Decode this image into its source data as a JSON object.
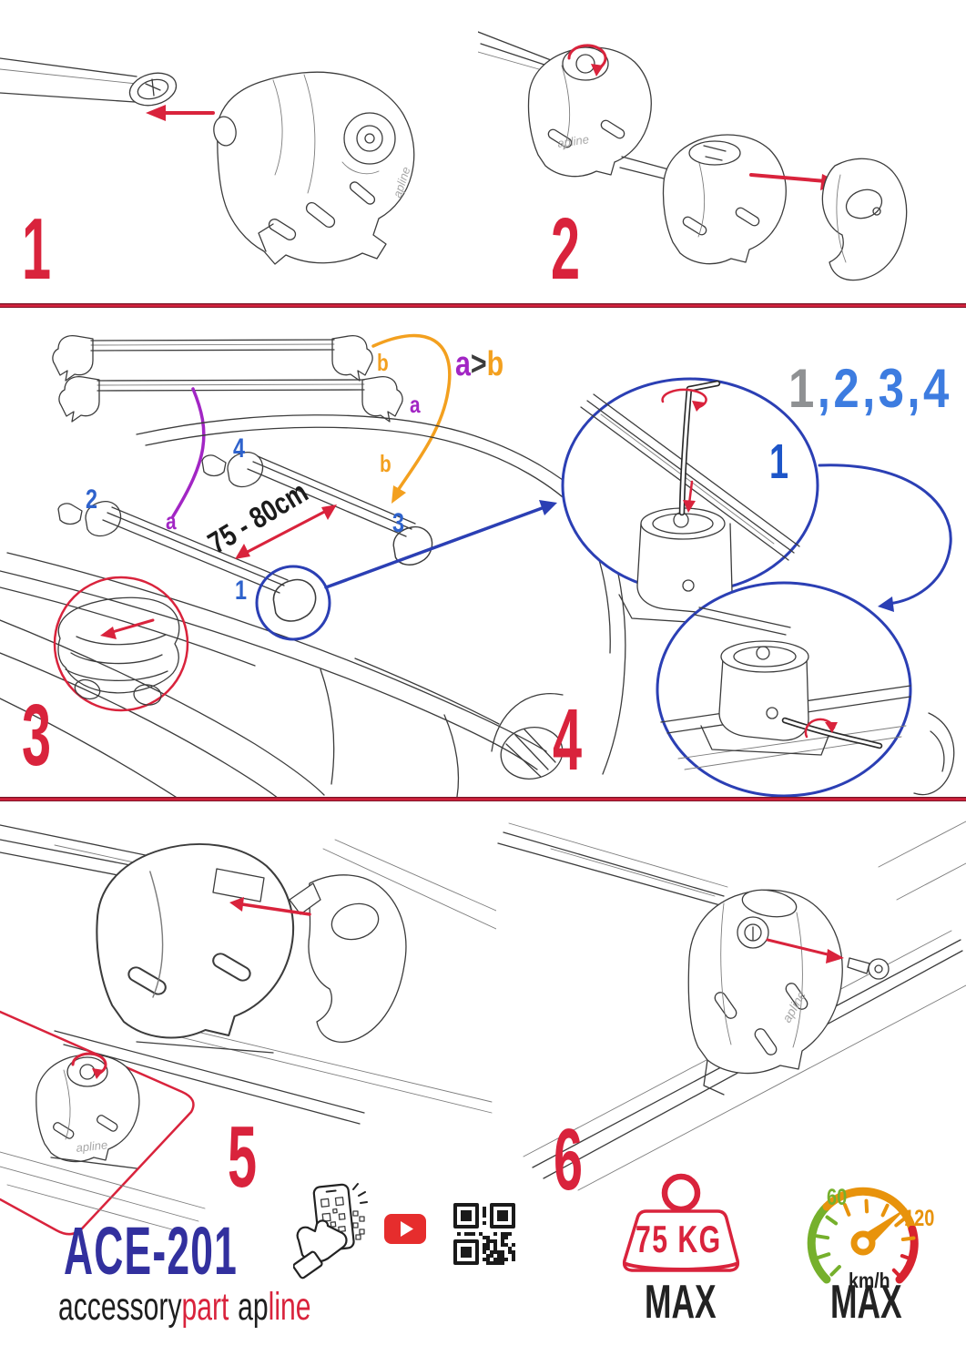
{
  "document": {
    "type": "roof rack crossbar installation instructions"
  },
  "steps": [
    {
      "number": "1"
    },
    {
      "number": "2"
    },
    {
      "number": "3"
    },
    {
      "number": "4"
    },
    {
      "number": "5"
    },
    {
      "number": "6"
    }
  ],
  "diagram": {
    "bar_labels": {
      "b": "b",
      "a": "a"
    },
    "comparison": {
      "a": "a",
      "operator": ">",
      "b": "b"
    },
    "torque_sequence": {
      "first": "1",
      "rest": ",2,3,4"
    },
    "roof_positions": {
      "n1": "1",
      "n2": "2",
      "n3": "3",
      "n4": "4"
    },
    "callout_number": "1",
    "crossbar_distance": "75 - 80cm"
  },
  "branding": {
    "model": "ACE-201",
    "maker_black": "accessory",
    "maker_red": "part",
    "brand_black": "ap",
    "brand_red": "line",
    "logo_script": "apline"
  },
  "limits": {
    "weight_value": "75 KG",
    "weight_max": "MAX",
    "speed_low": "60",
    "speed_high": "120",
    "speed_unit": "km/h",
    "speed_max": "MAX"
  },
  "colors": {
    "accent_red": "#d9233c",
    "callout_blue": "#2b3fb4",
    "label_blue": "#3d7ce0",
    "purple": "#a226c4",
    "orange": "#f3a01f",
    "navy": "#32309e",
    "gray": "#8f9193",
    "speed_green": "#76b02c",
    "speed_amber": "#e8930c"
  }
}
